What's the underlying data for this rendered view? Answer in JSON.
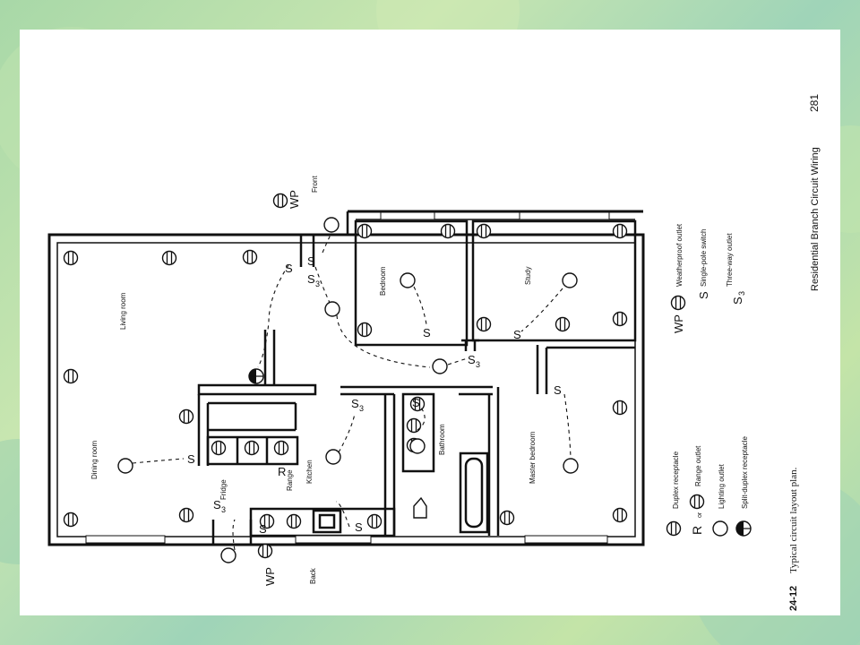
{
  "page": {
    "figure_number": "24-12",
    "caption": "Typical circuit layout plan.",
    "running_head": "Residential Branch Circuit Wiring",
    "page_number": "281"
  },
  "rooms": {
    "living_room": "Living room",
    "dining_room": "Dining room",
    "kitchen": "Kitchen",
    "bedroom": "Bedroom",
    "study": "Study",
    "master_bedroom": "Master bedroom",
    "bathroom": "Bathroom"
  },
  "labels": {
    "front": "Front",
    "back": "Back",
    "fridge": "Fridge",
    "range": "Range",
    "wp": "WP",
    "switch": "S",
    "three_way": "S",
    "three_way_sub": "3",
    "range_r": "R"
  },
  "legend": {
    "duplex": "Duplex receptacle",
    "range_outlet": "Range outlet",
    "range_or": "or",
    "lighting": "Lighting outlet",
    "split_duplex": "Split-duplex receptacle",
    "weatherproof": "Weatherproof outlet",
    "single_pole": "Single-pole switch",
    "three_way": "Three-way outlet"
  },
  "colors": {
    "background": "#a8d8a8",
    "slide": "#ffffff",
    "ink": "#111111"
  }
}
